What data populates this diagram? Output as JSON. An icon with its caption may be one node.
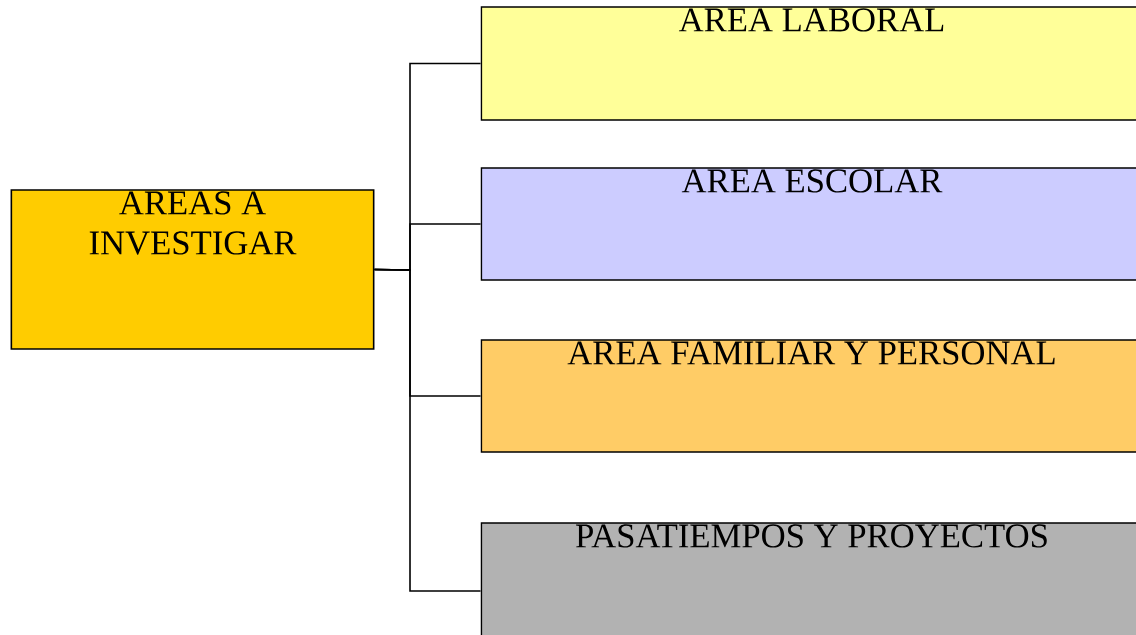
{
  "diagram": {
    "nodes": [
      {
        "text": [
          "AREAS A INVESTIGAR"
        ]
      },
      {
        "text": [
          "AREA LABORAL"
        ]
      },
      {
        "text": [
          "AREA ESCOLAR"
        ]
      },
      {
        "text": [
          "AREA FAMILIAR Y PERSONAL"
        ]
      },
      {
        "text": [
          "PASATIEMPOS Y PROYECTOS"
        ]
      }
    ],
    "edges": [
      {
        "from": 0,
        "to": 1,
        "arrow": "none"
      },
      {
        "from": 0,
        "to": 2,
        "arrow": "none"
      },
      {
        "from": 0,
        "to": 3,
        "arrow": "none"
      },
      {
        "from": 0,
        "to": 4,
        "arrow": "none"
      }
    ]
  }
}
